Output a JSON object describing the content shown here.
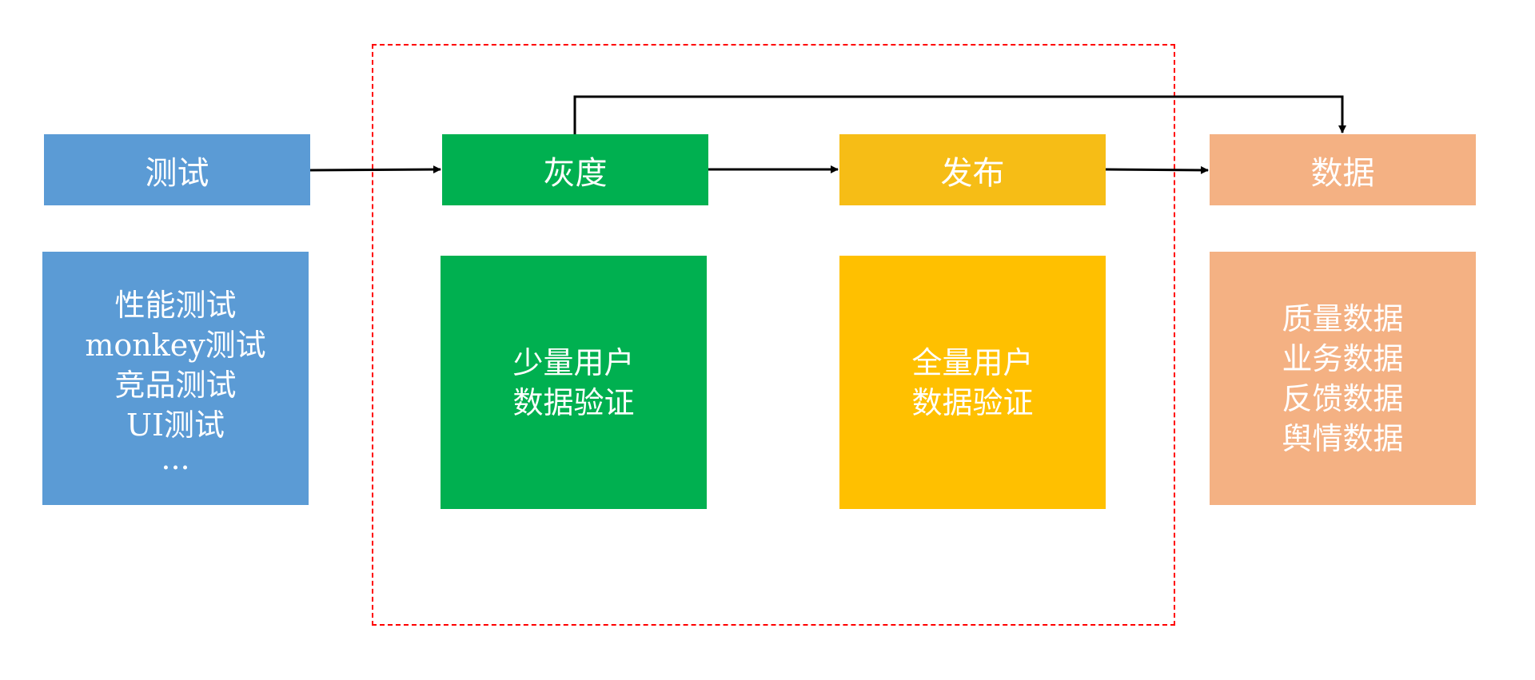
{
  "colors": {
    "test": "#5b9bd5",
    "gray": "#00b050",
    "release_head": "#f6bd16",
    "release_detail": "#ffc000",
    "data": "#f4b183",
    "frame": "#ff0000",
    "arrow": "#000000"
  },
  "stages": {
    "test": {
      "title": "测试",
      "lines": [
        "性能测试",
        "monkey测试",
        "竞品测试",
        "UI测试",
        "..."
      ]
    },
    "gray": {
      "title": "灰度",
      "lines": [
        "少量用户",
        "数据验证"
      ]
    },
    "release": {
      "title": "发布",
      "lines": [
        "全量用户",
        "数据验证"
      ]
    },
    "data": {
      "title": "数据",
      "lines": [
        "质量数据",
        "业务数据",
        "反馈数据",
        "舆情数据"
      ]
    }
  },
  "arrows": [
    {
      "from": "test",
      "to": "gray"
    },
    {
      "from": "gray",
      "to": "release"
    },
    {
      "from": "release",
      "to": "data"
    },
    {
      "from": "gray",
      "to": "data",
      "route": "over-top"
    }
  ]
}
